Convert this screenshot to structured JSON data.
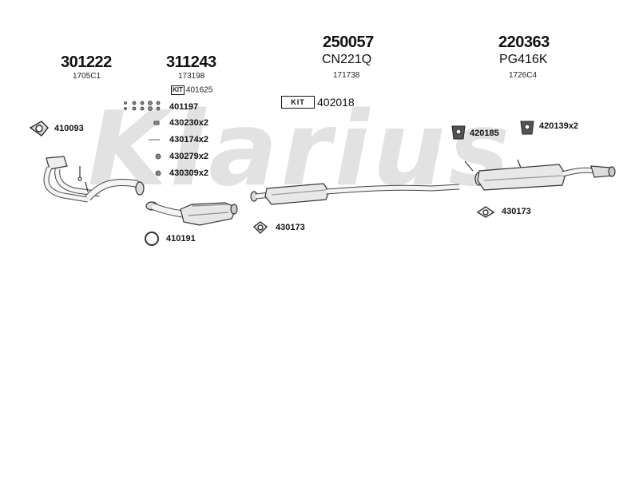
{
  "watermark": "Klarius",
  "groups": [
    {
      "part_number": "301222",
      "code": "1705C1"
    },
    {
      "part_number": "311243",
      "code": "173198",
      "kit": "401625"
    },
    {
      "part_number": "250057",
      "model": "CN221Q",
      "code": "171738"
    },
    {
      "part_number": "220363",
      "model": "PG416K",
      "code": "1726C4"
    }
  ],
  "kit_main": {
    "badge": "KIT",
    "number": "402018"
  },
  "kit_small_badge": "KIT",
  "accessories_left": [
    "410093",
    "410191"
  ],
  "accessories_column": [
    "401197",
    "430230x2",
    "430174x2",
    "430279x2",
    "430309x2"
  ],
  "accessories_middle": [
    "430173"
  ],
  "accessories_right": [
    "420185",
    "420139x2",
    "430173"
  ]
}
